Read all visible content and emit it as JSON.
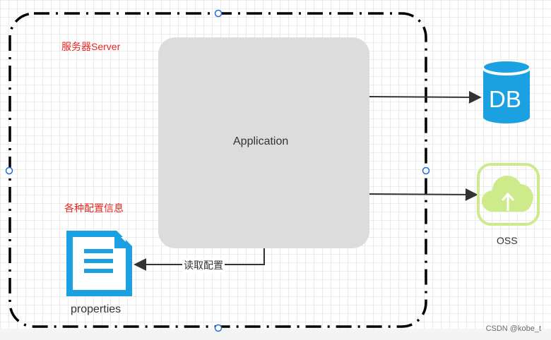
{
  "server": {
    "title": "服务器Server"
  },
  "config": {
    "label": "各种配置信息"
  },
  "app": {
    "label": "Application"
  },
  "db": {
    "label": "DB"
  },
  "oss": {
    "label": "OSS"
  },
  "properties": {
    "label": "properties"
  },
  "edges": {
    "read_config": "读取配置"
  },
  "watermark": "CSDN @kobe_t",
  "colors": {
    "server_border": "#000000",
    "app_fill": "#dcdcdc",
    "db_fill": "#1ba1e2",
    "oss_stroke": "#cdeb8b",
    "doc_fill": "#1ba1e2",
    "red_text": "#e8251f",
    "handle": "#1f6fd1"
  }
}
